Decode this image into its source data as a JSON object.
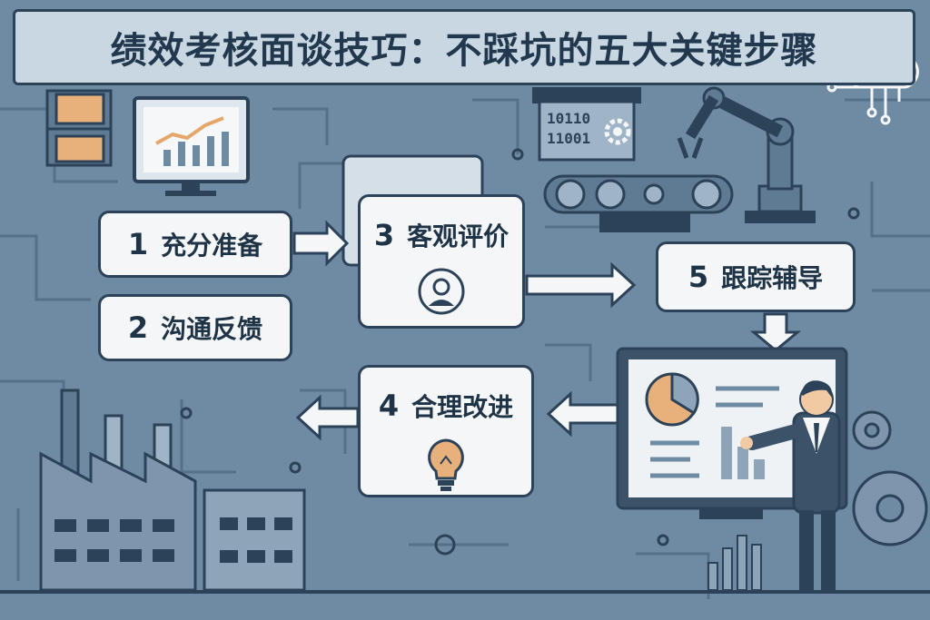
{
  "title": "绩效考核面谈技巧：不踩坑的五大关键步骤",
  "steps": [
    {
      "num": "1",
      "label": "充分准备"
    },
    {
      "num": "2",
      "label": "沟通反馈"
    },
    {
      "num": "3",
      "label": "客观评价"
    },
    {
      "num": "4",
      "label": "合理改进"
    },
    {
      "num": "5",
      "label": "跟踪辅导"
    }
  ],
  "screen_code": {
    "line1": "10110",
    "line2": "11001"
  },
  "colors": {
    "dark": "#2c4258",
    "panel": "#f4f6f8",
    "accent": "#e6a86a",
    "bg": "#6f8aa3"
  },
  "icons": [
    "chart-monitor-icon",
    "boxes-shelf-icon",
    "cloud-network-icon",
    "robot-arm-icon",
    "conveyor-gears-icon",
    "factory-icon",
    "user-avatar-icon",
    "lightbulb-icon",
    "presentation-board-icon",
    "businessman-icon",
    "gear-icon"
  ]
}
